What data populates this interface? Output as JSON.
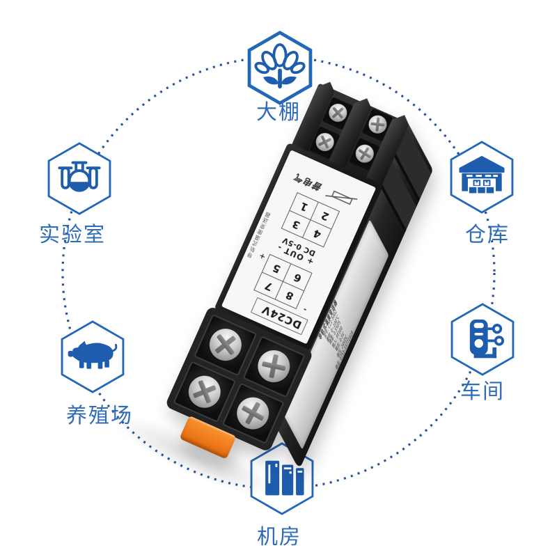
{
  "scene": {
    "description": "DIN-rail temperature transmitter surrounded by application scenario hexagons",
    "background_color": "#ffffff",
    "circle_color": "#26549f",
    "accent_color": "#2e6cba",
    "icon_color": "#1e5cad"
  },
  "nodes": [
    {
      "id": "greenhouse",
      "label": "大棚",
      "icon": "plant-icon"
    },
    {
      "id": "laboratory",
      "label": "实验室",
      "icon": "flask-icon"
    },
    {
      "id": "warehouse",
      "label": "仓库",
      "icon": "warehouse-icon"
    },
    {
      "id": "farm",
      "label": "养殖场",
      "icon": "pig-icon"
    },
    {
      "id": "workshop",
      "label": "车间",
      "icon": "machine-icon"
    },
    {
      "id": "server_room",
      "label": "机房",
      "icon": "server-rack-icon"
    }
  ],
  "device": {
    "brand": "普电气",
    "body_color": "#1f1f1f",
    "label_bg": "#f7f7f7",
    "clip_color": "#f07c1e",
    "front_label": {
      "power": "DC24V",
      "minus": "-",
      "plus": "+",
      "terminals_power": [
        "8",
        "7",
        "6",
        "5"
      ],
      "out_line1": "+ OUT -",
      "out_line2": "DC 0-5V",
      "terminals_input": [
        "4",
        "3",
        "2",
        "1"
      ],
      "edge_vertical_text": "导轨式温度变送器"
    },
    "side_label_lines": [
      "导轨式温度变送器",
      "型号: CZ1-5002",
      "量程: 0~100℃",
      "精度: 0.5%FS",
      "输入: PT100",
      "输出: 0-5V",
      "电压: 24VDC",
      "电话: 0755-33771919"
    ]
  }
}
